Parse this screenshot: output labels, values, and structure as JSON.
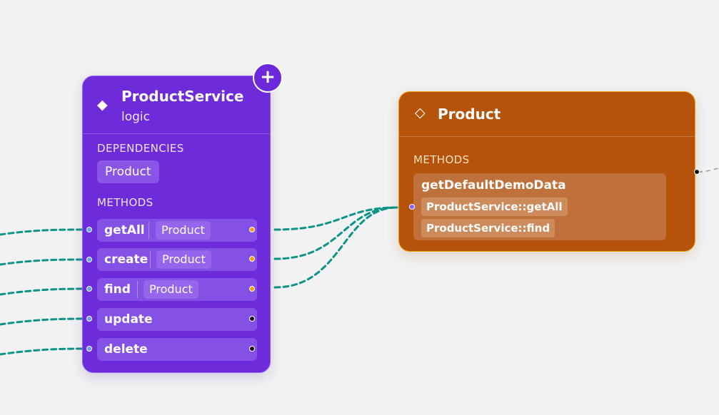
{
  "nodes": {
    "product_service": {
      "title": "ProductService",
      "subtitle": "logic",
      "icon": "diamond-filled-icon",
      "color": "#6d2bd9",
      "dependencies_label": "DEPENDENCIES",
      "dependencies": [
        "Product"
      ],
      "methods_label": "METHODS",
      "methods": [
        {
          "name": "getAll",
          "type": "Product",
          "out_port": "orange"
        },
        {
          "name": "create",
          "type": "Product",
          "out_port": "orange"
        },
        {
          "name": "find",
          "type": "Product",
          "out_port": "orange"
        },
        {
          "name": "update",
          "type": "",
          "out_port": "dark"
        },
        {
          "name": "delete",
          "type": "",
          "out_port": "dark"
        }
      ],
      "add_button": "+"
    },
    "product": {
      "title": "Product",
      "icon": "diamond-outline-icon",
      "color": "#b45309",
      "methods_label": "METHODS",
      "methods": [
        {
          "name": "getDefaultDemoData",
          "refs": [
            "ProductService::getAll",
            "ProductService::find"
          ]
        }
      ]
    }
  },
  "edge_color": "#0d9488"
}
